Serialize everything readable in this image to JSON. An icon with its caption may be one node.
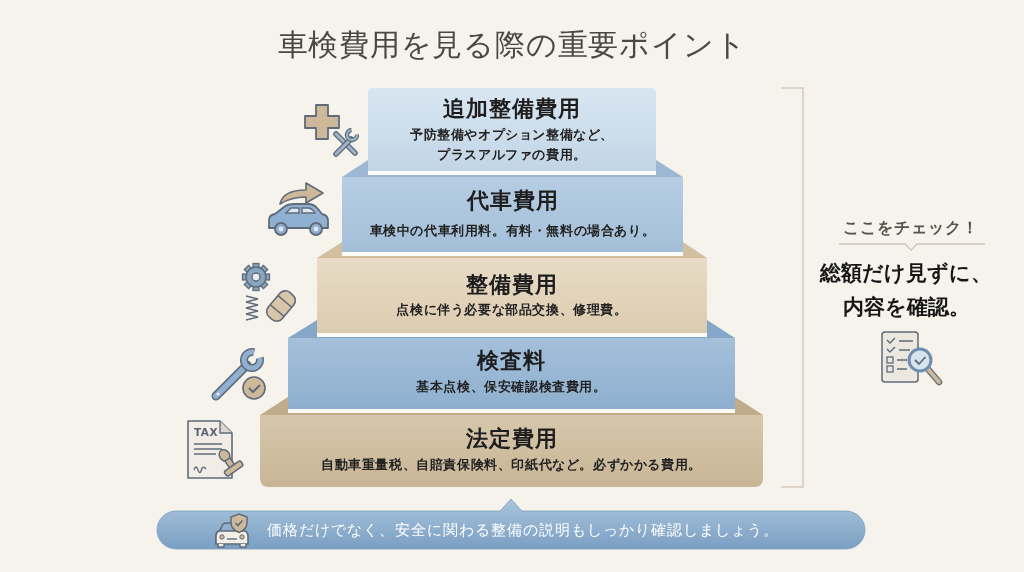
{
  "diagram": {
    "title": "車検費用を見る際の重要ポイント",
    "nodes": [
      {
        "text": [
          "追加整備費用",
          "予防整備やオプション整備など、プラスアルファの費用。"
        ]
      },
      {
        "text": [
          "代車費用",
          "車検中の代車利用料。有料・無料の場合あり。"
        ]
      },
      {
        "text": [
          "整備費用",
          "点検に伴う必要な部品交換、修理費。"
        ]
      },
      {
        "text": [
          "検査料",
          "基本点検、保安確認検査費用。"
        ]
      },
      {
        "text": [
          "法定費用",
          "自動車重量税、自賠責保険料、印紙代など。必ずかかる費用。"
        ]
      },
      {
        "text": [
          "価格だけでなく、安全に関わる整備の説明もしっかり確認しましょう。"
        ]
      }
    ],
    "labels": [
      "ここをチェック！",
      "総額だけ見ずに、内容を確認。",
      "TAX"
    ]
  }
}
